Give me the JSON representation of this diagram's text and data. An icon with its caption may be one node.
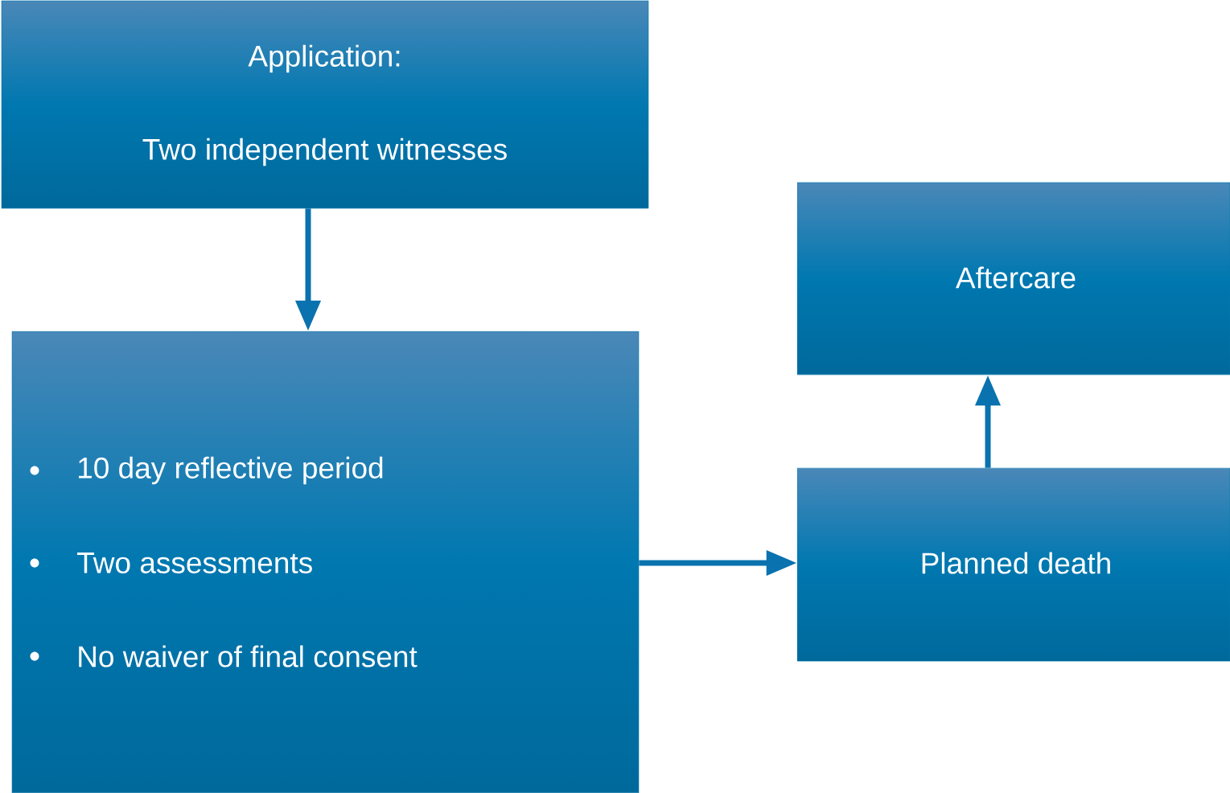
{
  "diagram": {
    "nodes": [
      {
        "text": [
          "Application:",
          "Two independent witnesses"
        ]
      },
      {
        "text": [
          "10 day reflective period",
          "Two assessments",
          "No waiver of final consent"
        ]
      },
      {
        "text": [
          "Planned death"
        ]
      },
      {
        "text": [
          "Aftercare"
        ]
      }
    ],
    "edges": [
      {
        "from": 0,
        "to": 1,
        "arrow": "to"
      },
      {
        "from": 1,
        "to": 2,
        "arrow": "to"
      },
      {
        "from": 2,
        "to": 3,
        "arrow": "to"
      }
    ]
  }
}
